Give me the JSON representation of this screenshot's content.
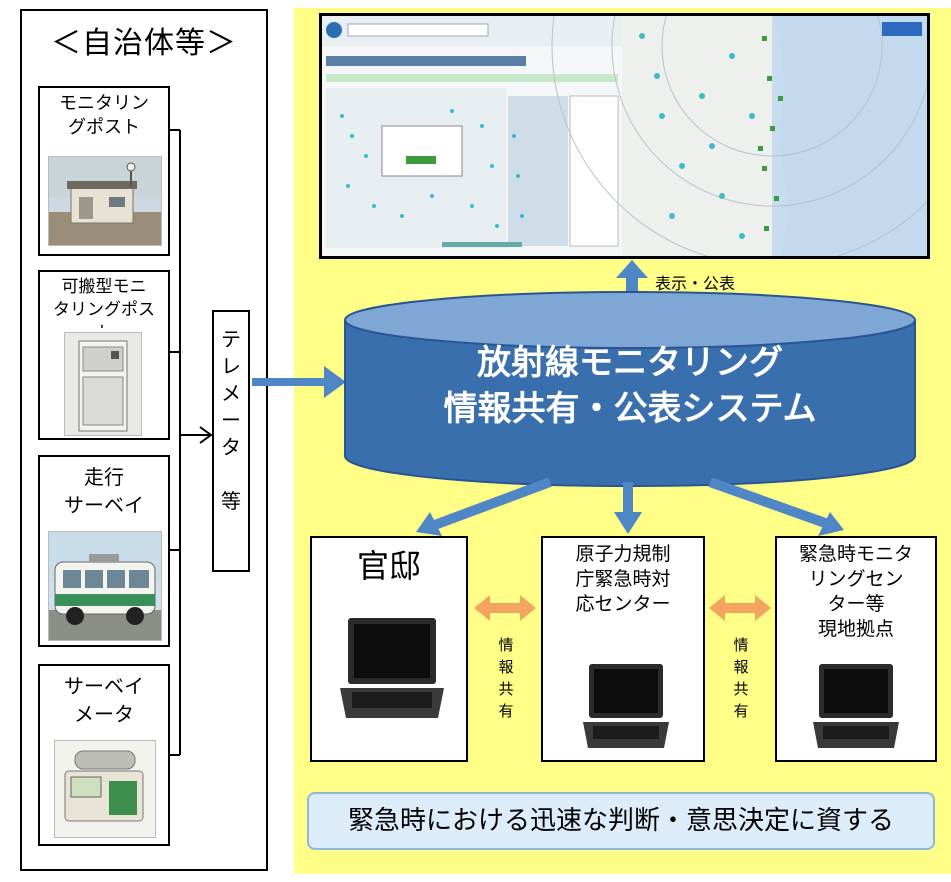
{
  "left": {
    "title": "＜自治体等＞",
    "devices": [
      {
        "label": "モニタリン\nグポスト"
      },
      {
        "label": "可搬型モニ\nタリングポス\nト"
      },
      {
        "label": "走行\nサーベイ"
      },
      {
        "label": "サーベイ\nメータ"
      }
    ],
    "telemeter_chars": [
      "テ",
      "レ",
      "メ",
      "ー",
      "タ",
      "",
      "等"
    ]
  },
  "center": {
    "display_label": "表示・公表",
    "system_line1": "放射線モニタリング",
    "system_line2": "情報共有・公表システム"
  },
  "nodes": [
    {
      "label": "官邸"
    },
    {
      "label": "原子力規制\n庁緊急時対\n応センター"
    },
    {
      "label": "緊急時モニタ\nリングセン\nター等\n現地拠点"
    }
  ],
  "share_label": [
    "情",
    "報",
    "共",
    "有"
  ],
  "banner": "緊急時における迅速な判断・意思決定に資する",
  "colors": {
    "accent_blue": "#4f86c6",
    "cylinder_blue": "#3a6fae",
    "yellow_bg": "#ffff88",
    "orange_arrow": "#f4a460"
  }
}
